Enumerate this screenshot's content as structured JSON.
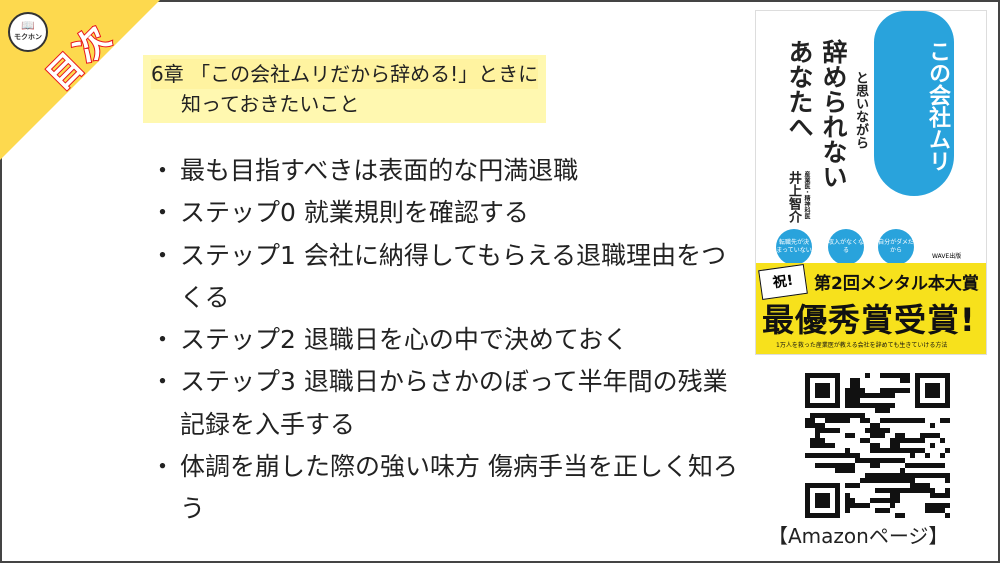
{
  "badge": {
    "logo_text": "モクホン",
    "label": "目次",
    "accent": "#fdd94e",
    "label_color": "#e8141b"
  },
  "heading": {
    "line1": "6章 「この会社ムリだから辞める!」ときに",
    "line2": "知っておきたいこと"
  },
  "items": [
    "最も目指すべきは表面的な円満退職",
    "ステップ0 就業規則を確認する",
    "ステップ1 会社に納得してもらえる退職理由をつくる",
    "ステップ2 退職日を心の中で決めておく",
    "ステップ3 退職日からさかのぼって半年間の残業記録を入手する",
    "体調を崩した際の強い味方 傷病手当を正しく知ろう"
  ],
  "book": {
    "title_blob": "この会社ムリ",
    "title_mid": "と思いながら",
    "title_a": "辞められない",
    "title_b": "あなたへ",
    "author": "井上智介",
    "author_role": "産業医・精神科医",
    "bubbles": [
      "転職先が決まっていない",
      "収入がなくなる",
      "自分がダメだから"
    ],
    "publisher": "WAVE出版",
    "celebrate": "祝!",
    "award1": "第2回メンタル本大賞",
    "award2": "最優秀賞受賞!",
    "tagline": "1万人を救った産業医が教える会社を辞めても生きていける方法"
  },
  "amazon_label": "【Amazonページ】"
}
